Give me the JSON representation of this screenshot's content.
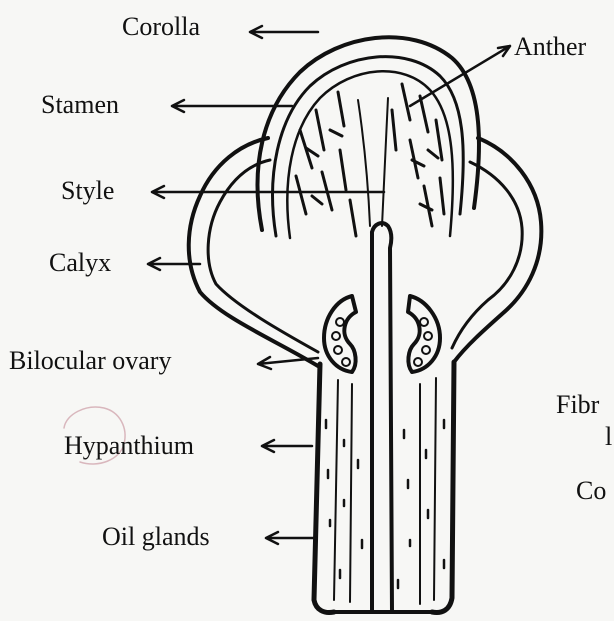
{
  "labels": {
    "corolla": "Corolla",
    "anther": "Anther",
    "stamen": "Stamen",
    "style": "Style",
    "calyx": "Calyx",
    "bilocular_ovary": "Bilocular ovary",
    "hypanthium": "Hypanthium",
    "oil_glands": "Oil glands",
    "cut_fibr": "Fibr",
    "cut_l": "l",
    "cut_co": "Co"
  },
  "colors": {
    "ink": "#111111",
    "paper": "#f7f7f5"
  }
}
